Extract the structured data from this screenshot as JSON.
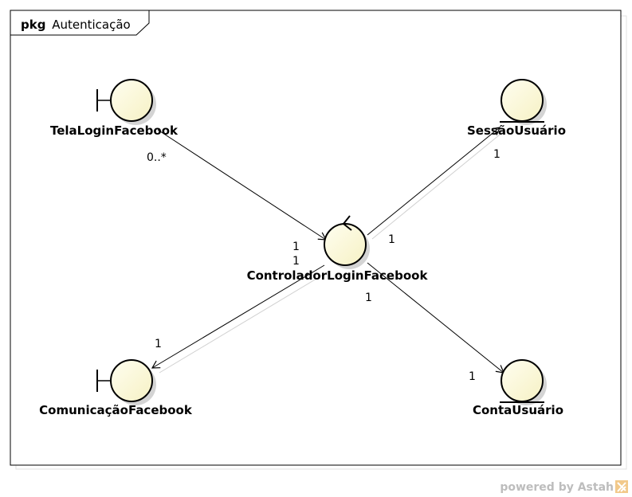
{
  "package": {
    "keyword": "pkg",
    "name": "Autenticação"
  },
  "elements": {
    "tela_login": {
      "name": "TelaLoginFacebook",
      "stereotype": "boundary"
    },
    "controlador": {
      "name": "ControladorLoginFacebook",
      "stereotype": "control"
    },
    "sessao": {
      "name": "SessãoUsuário",
      "stereotype": "entity"
    },
    "comunicacao": {
      "name": "ComunicaçãoFacebook",
      "stereotype": "boundary"
    },
    "conta": {
      "name": "ContaUsuário",
      "stereotype": "entity"
    }
  },
  "associations": {
    "tela_to_controlador": {
      "source_mult": "0..*",
      "target_mult": "1"
    },
    "controlador_to_sessao": {
      "source_mult": "1",
      "target_mult": "1"
    },
    "controlador_to_comunicacao": {
      "source_mult": "1",
      "target_mult": "1"
    },
    "controlador_to_conta": {
      "source_mult": "1",
      "target_mult": "1"
    }
  },
  "footer": {
    "text": "powered by Astah"
  },
  "colors": {
    "node_fill": "#fdfbd7",
    "node_stroke": "#000000",
    "shadow": "#cfcfcf",
    "border": "#000000"
  }
}
